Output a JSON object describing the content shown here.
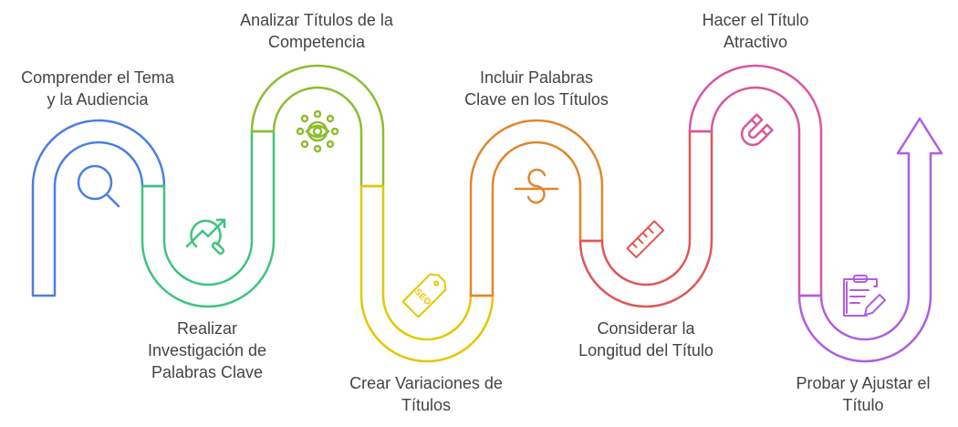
{
  "steps": [
    {
      "lines": [
        "Comprender el Tema",
        "y la Audiencia"
      ],
      "color": "#4a7fe0",
      "icon": "search-icon"
    },
    {
      "lines": [
        "Realizar",
        "Investigación de",
        "Palabras Clave"
      ],
      "color": "#3ec47e",
      "icon": "chart-search-icon"
    },
    {
      "lines": [
        "Analizar Títulos de la",
        "Competencia"
      ],
      "color": "#8dbd2f",
      "icon": "eye-network-icon"
    },
    {
      "lines": [
        "Crear Variaciones de",
        "Títulos"
      ],
      "color": "#e5c700",
      "icon": "seo-tag-icon"
    },
    {
      "lines": [
        "Incluir Palabras",
        "Clave en los Títulos"
      ],
      "color": "#e0862f",
      "icon": "strikethrough-icon"
    },
    {
      "lines": [
        "Considerar la",
        "Longitud del Título"
      ],
      "color": "#e05656",
      "icon": "ruler-icon"
    },
    {
      "lines": [
        "Hacer el Título",
        "Atractivo"
      ],
      "color": "#d9569f",
      "icon": "magnet-icon"
    },
    {
      "lines": [
        "Probar y Ajustar el",
        "Título"
      ],
      "color": "#b05ee0",
      "icon": "clipboard-pencil-icon"
    }
  ]
}
